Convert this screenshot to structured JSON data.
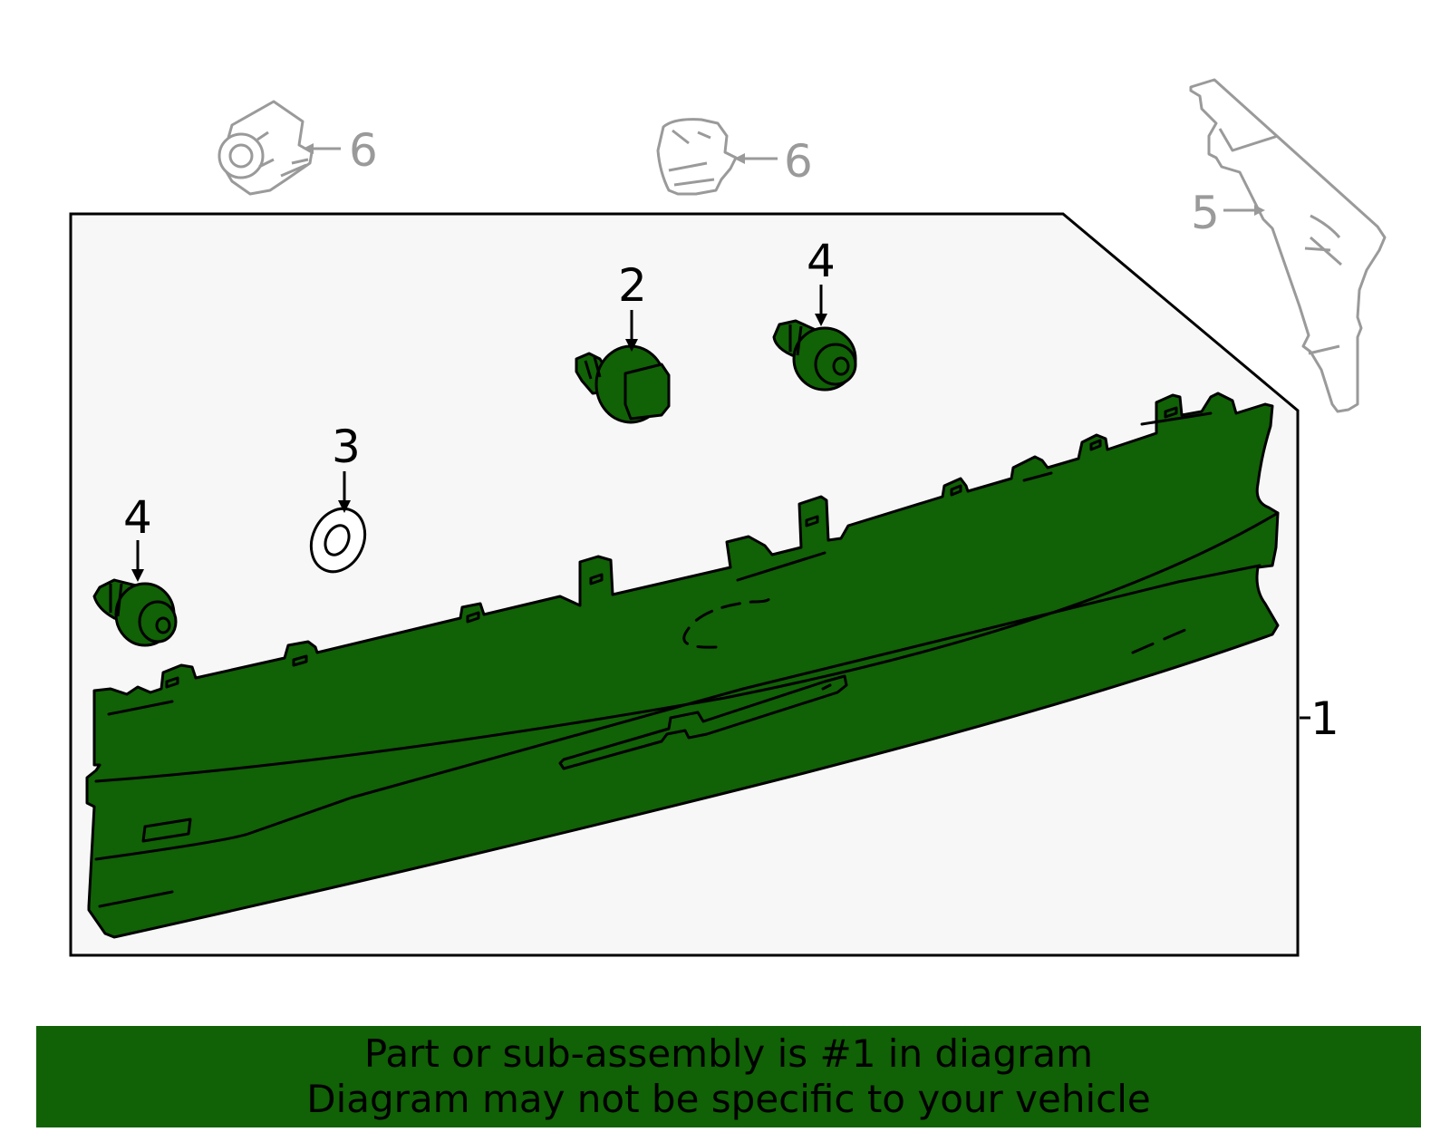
{
  "colors": {
    "part_fill": "#116106",
    "banner_fill": "#116106",
    "panel_fill": "#f7f7f7",
    "outline": "#000000",
    "ghost_outline": "#9a9a9a"
  },
  "callouts": {
    "c1": "1",
    "c2": "2",
    "c3": "3",
    "c4a": "4",
    "c4b": "4",
    "c5": "5",
    "c6a": "6",
    "c6b": "6"
  },
  "banner": {
    "line1": "Part or sub-assembly is #1 in diagram",
    "line2": "Diagram may not be specific to your vehicle"
  }
}
